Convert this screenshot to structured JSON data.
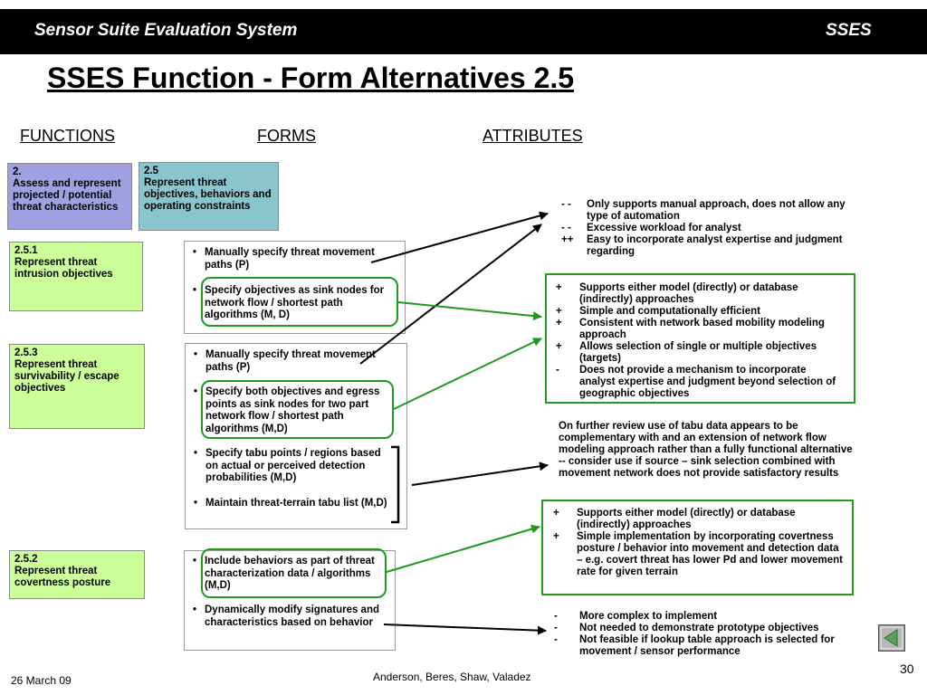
{
  "header": {
    "app_title": "Sensor Suite Evaluation System",
    "app_abbr": "SSES"
  },
  "slide": {
    "title": "SSES Function - Form Alternatives 2.5"
  },
  "columns": {
    "functions": "FUNCTIONS",
    "forms": "FORMS",
    "attributes": "ATTRIBUTES"
  },
  "functions": {
    "f2": {
      "num": "2.",
      "label": "Assess and represent projected / potential threat characteristics"
    },
    "f25": {
      "num": "2.5",
      "label": "Represent threat objectives, behaviors and operating constraints"
    },
    "f251": {
      "num": "2.5.1",
      "label": "Represent threat intrusion objectives"
    },
    "f253": {
      "num": "2.5.3",
      "label": "Represent threat survivability / escape objectives"
    },
    "f252": {
      "num": "2.5.2",
      "label": "Represent threat covertness posture"
    }
  },
  "forms": {
    "g1": [
      "Manually specify threat movement paths (P)",
      "Specify objectives as sink nodes for network flow / shortest path algorithms (M, D)"
    ],
    "g2": [
      "Manually specify threat movement paths (P)",
      "Specify both objectives and egress points as sink nodes for two part network flow / shortest path algorithms (M,D)",
      "Specify tabu points / regions based on actual or perceived detection probabilities (M,D)",
      "Maintain threat-terrain tabu list (M,D)"
    ],
    "g3": [
      "Include behaviors as part of threat characterization data / algorithms (M,D)",
      "Dynamically modify signatures and characteristics based on behavior"
    ]
  },
  "attributes": {
    "a1": [
      {
        "sym": "- -",
        "text": "Only supports manual approach, does not allow any type of automation"
      },
      {
        "sym": "- -",
        "text": "Excessive workload for analyst"
      },
      {
        "sym": "++",
        "text": "Easy to incorporate analyst expertise and judgment regarding"
      }
    ],
    "a2": [
      {
        "sym": "+",
        "text": "Supports either model (directly) or database (indirectly) approaches"
      },
      {
        "sym": "+",
        "text": "Simple and computationally efficient"
      },
      {
        "sym": "+",
        "text": "Consistent with network based mobility modeling approach"
      },
      {
        "sym": "+",
        "text": "Allows selection of single or multiple objectives (targets)"
      },
      {
        "sym": "-",
        "text": "Does not provide a mechanism to incorporate analyst expertise and judgment beyond selection of geographic objectives"
      }
    ],
    "note": "On further review use of tabu data appears to be complementary with and an extension of  network flow modeling approach rather than a fully functional alternative -- consider use if  source – sink selection combined with movement network does not provide satisfactory results",
    "a3": [
      {
        "sym": "+",
        "text": "Supports either model (directly) or database (indirectly) approaches"
      },
      {
        "sym": "+",
        "text": "Simple implementation by incorporating covertness posture / behavior into movement and detection data – e.g. covert threat has lower Pd and lower movement rate for given terrain"
      }
    ],
    "a4": [
      {
        "sym": "-",
        "text": "More complex to implement"
      },
      {
        "sym": "-",
        "text": "Not needed to demonstrate prototype objectives"
      },
      {
        "sym": "-",
        "text": "Not feasible if lookup table approach is selected for movement / sensor performance"
      }
    ]
  },
  "footer": {
    "date": "26 March 09",
    "authors": "Anderson, Beres, Shaw, Valadez",
    "page": "30"
  },
  "colors": {
    "green": "#1e9a1e",
    "purple": "#9fa0e0",
    "teal": "#8ac4cd",
    "light_green": "#ccff99"
  },
  "icons": {
    "nav": "back-arrow-icon"
  }
}
